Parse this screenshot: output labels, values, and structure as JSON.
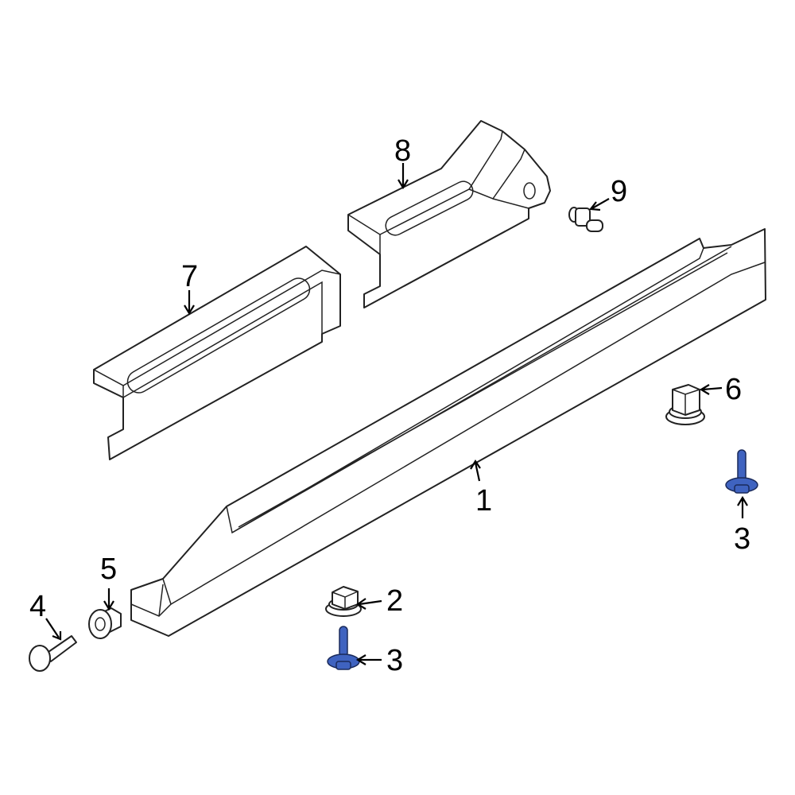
{
  "diagram": {
    "callouts": [
      {
        "id": "1",
        "label": "1"
      },
      {
        "id": "2",
        "label": "2"
      },
      {
        "id": "3a",
        "label": "3"
      },
      {
        "id": "3b",
        "label": "3"
      },
      {
        "id": "4",
        "label": "4"
      },
      {
        "id": "5",
        "label": "5"
      },
      {
        "id": "6",
        "label": "6"
      },
      {
        "id": "7",
        "label": "7"
      },
      {
        "id": "8",
        "label": "8"
      },
      {
        "id": "9",
        "label": "9"
      }
    ],
    "colors": {
      "highlight_part": "#3f63c0",
      "line": "#222222",
      "background": "#ffffff"
    }
  }
}
